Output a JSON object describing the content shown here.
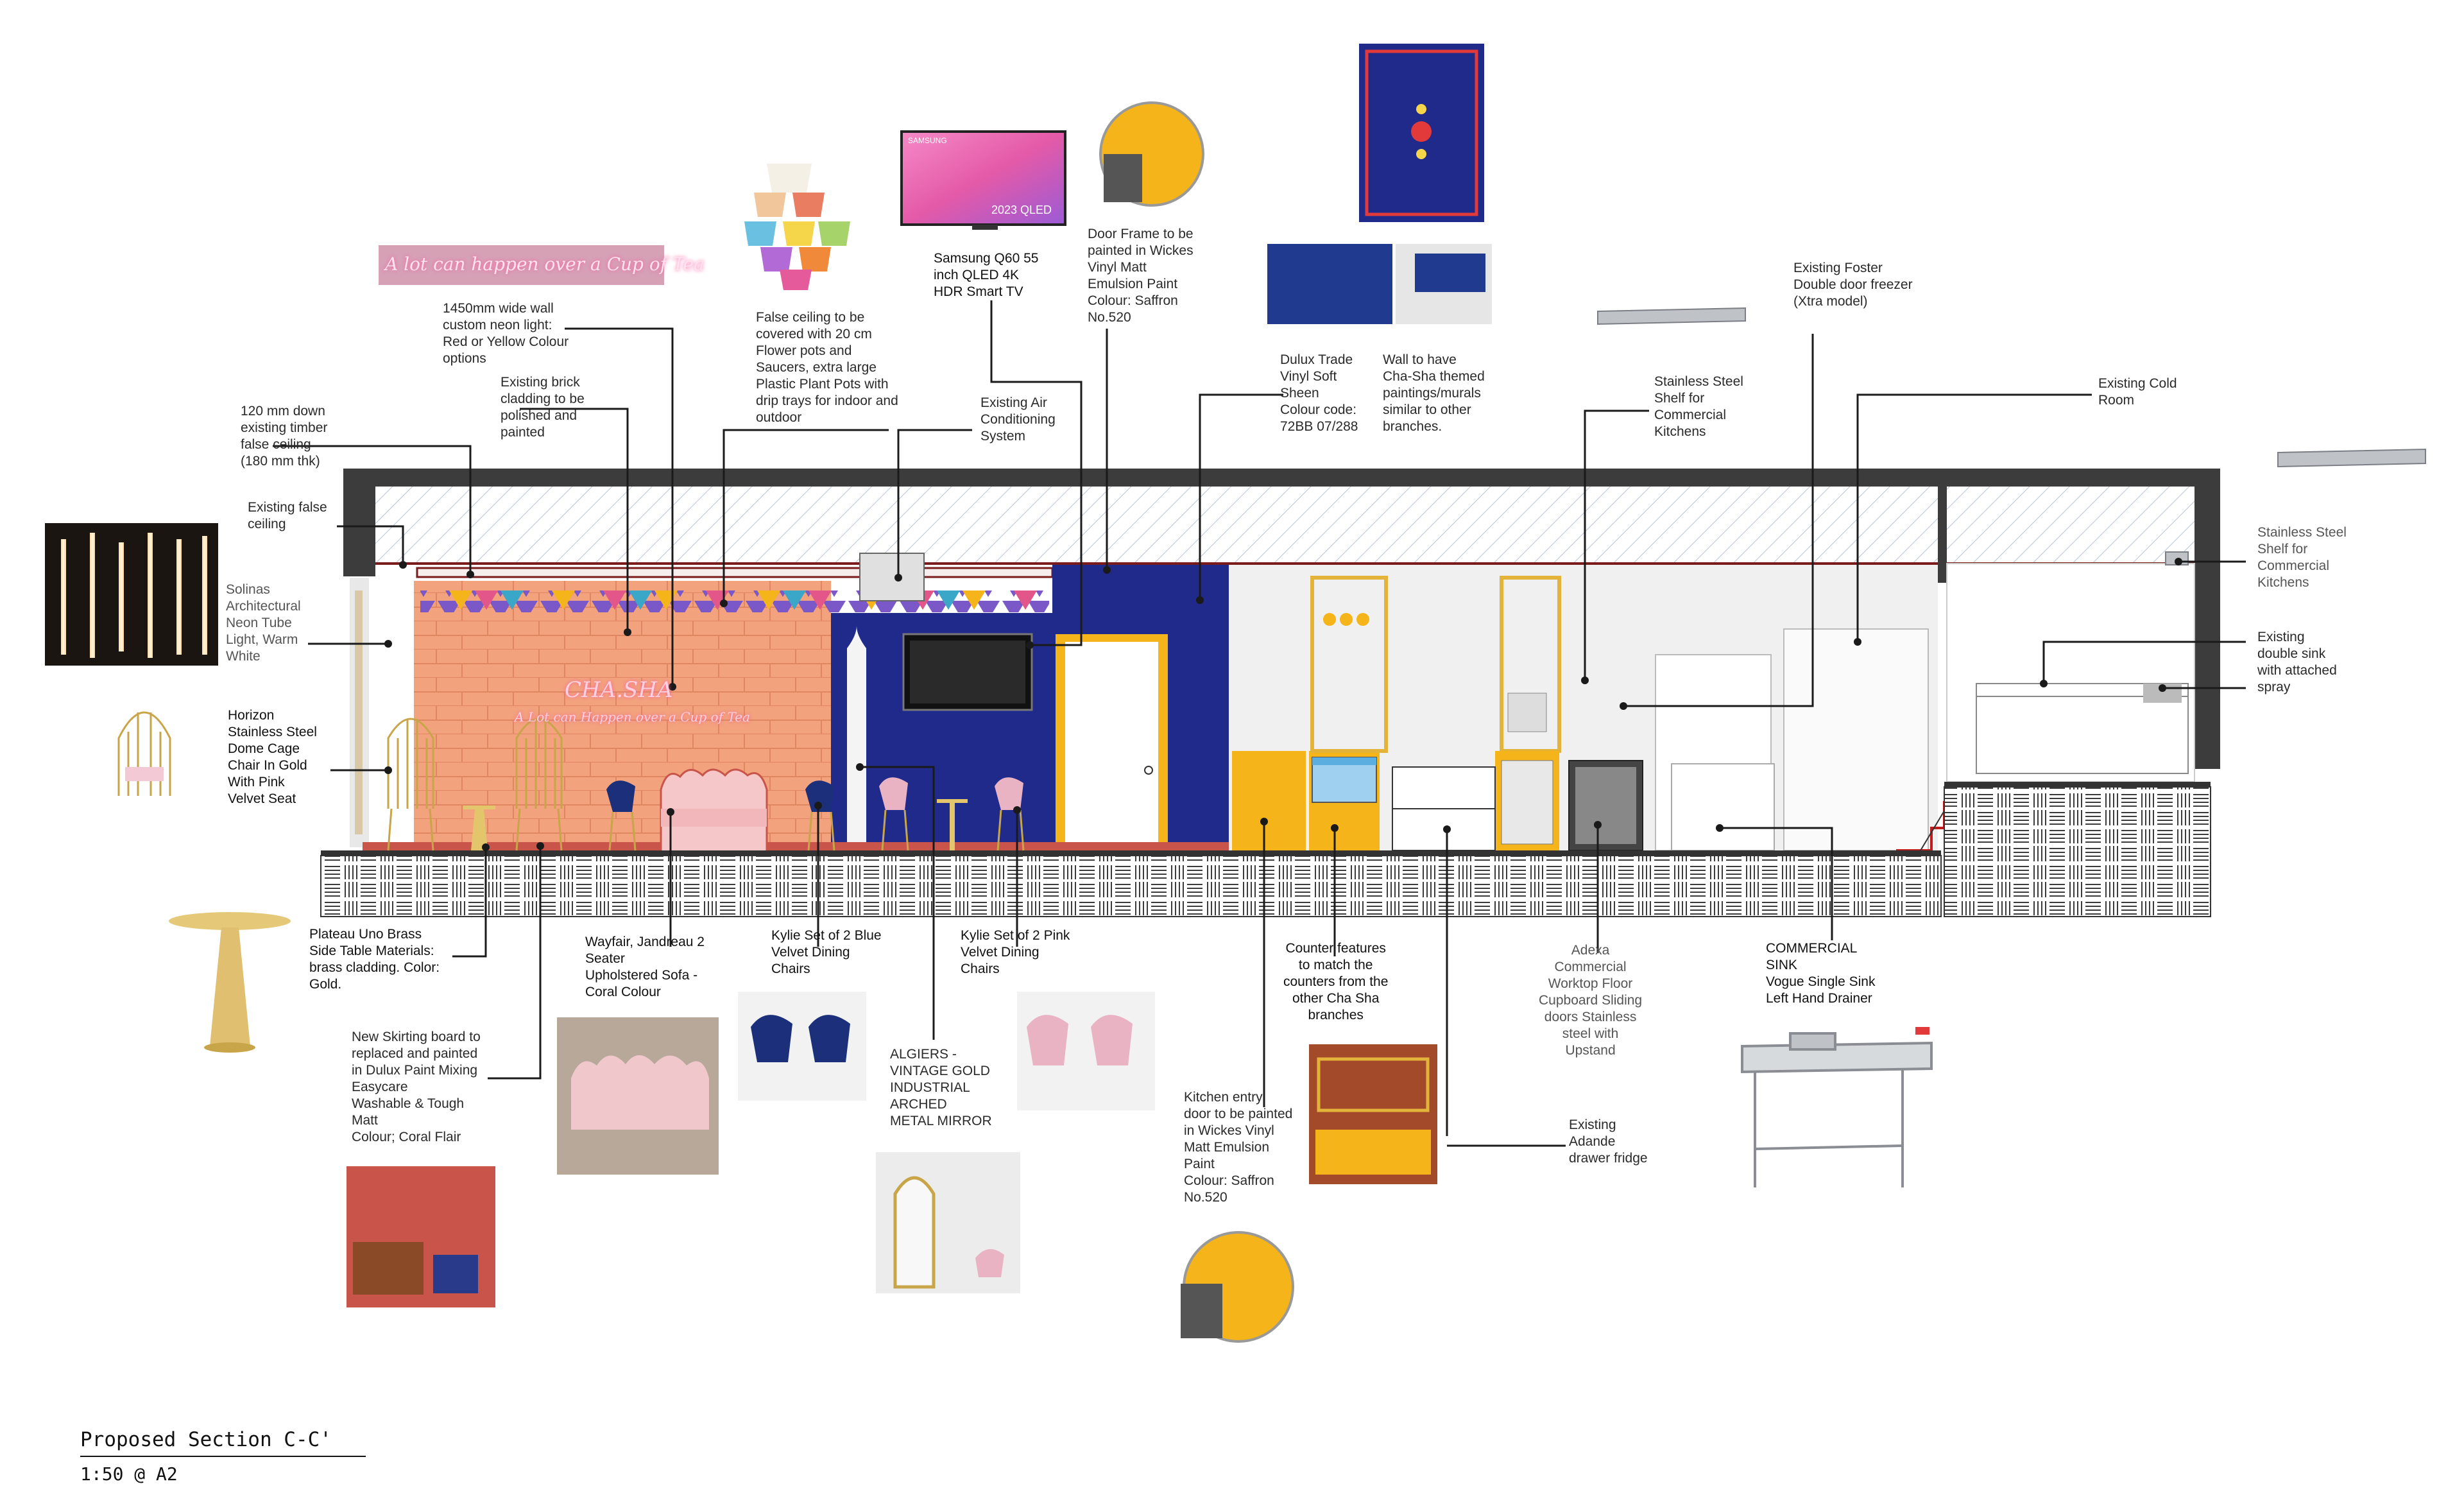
{
  "drawing": {
    "title": "Proposed Section C-C'",
    "scale": "1:50 @ A2"
  },
  "signage": {
    "neon_panel_text": "A lot can happen over a Cup of Tea",
    "brand": "CHA.SHA",
    "tagline": "A Lot can Happen over a Cup of Tea",
    "tv_badge": "2023 QLED",
    "tv_brand": "SAMSUNG"
  },
  "labels": {
    "neon_wall": "1450mm wide wall\ncustom neon light:\nRed or Yellow Colour\noptions",
    "timber_ceiling": "120 mm down\nexisting timber\nfalse ceiling\n(180 mm thk)",
    "brick": "Existing brick\ncladding to be\npolished and\npainted",
    "false_ceiling_existing": "Existing false\nceiling",
    "tube_light": "Solinas\nArchitectural\nNeon Tube\nLight, Warm\nWhite",
    "dome_chair": "Horizon\nStainless Steel\nDome Cage\nChair In Gold\nWith Pink\nVelvet Seat",
    "side_table": "Plateau Uno Brass\nSide Table Materials:\nbrass cladding. Color:\nGold.",
    "skirting": "New Skirting board to\nreplaced and painted\nin Dulux Paint Mixing\nEasycare\nWashable & Tough\nMatt\nColour; Coral Flair",
    "sofa": "Wayfair, Jandreau 2\nSeater\nUpholstered Sofa -\nCoral Colour",
    "blue_chairs": "Kylie Set of 2 Blue\nVelvet Dining\nChairs",
    "pink_chairs": "Kylie Set of 2 Pink\nVelvet Dining\nChairs",
    "mirror": "ALGIERS -\nVINTAGE GOLD\nINDUSTRIAL\nARCHED\nMETAL MIRROR",
    "flower_pots": "False ceiling to be\ncovered with 20 cm\nFlower pots and\nSaucers, extra large\nPlastic Plant Pots with\ndrip trays for indoor and\noutdoor",
    "tv": "Samsung Q60 55\ninch QLED 4K\nHDR Smart TV",
    "air_con": "Existing Air\nConditioning\nSystem",
    "door_frame": "Door Frame to be\npainted in Wickes\nVinyl Matt\nEmulsion Paint\nColour: Saffron\nNo.520",
    "dulux_wall": "Dulux Trade\nVinyl Soft\nSheen\nColour code:\n72BB 07/288",
    "themed_wall": "Wall to have\nCha-Sha themed\npaintings/murals\nsimilar to other\nbranches.",
    "steel_shelf_1": "Stainless Steel\nShelf for\nCommercial\nKitchens",
    "freezer": "Existing Foster\nDouble door freezer\n(Xtra model)",
    "cold_room": "Existing Cold\nRoom",
    "steel_shelf_2": "Stainless Steel\nShelf for\nCommercial\nKitchens",
    "sink_existing": "Existing\ndouble sink\nwith attached\nspray",
    "counter": "Counter features\nto match the\ncounters from the\nother Cha Sha\nbranches",
    "kitchen_door": "Kitchen entry\ndoor to be painted\nin Wickes Vinyl\nMatt Emulsion\nPaint\nColour: Saffron\nNo.520",
    "worktop": "Adexa\nCommercial\nWorktop Floor\nCupboard Sliding\ndoors Stainless\nsteel with\nUpstand",
    "fridge": "Existing\nAdande\ndrawer fridge",
    "commercial_sink": "COMMERCIAL\nSINK\nVogue Single Sink\nLeft Hand Drainer"
  },
  "colors": {
    "wall_blue": "#1f2a8a",
    "saffron": "#f5b41a",
    "brick": "#f0a07a",
    "coral": "#c9544a",
    "structure": "#3c3c3c",
    "pink_velvet": "#e9b3c4",
    "blue_velvet": "#1b2f7a",
    "gold": "#c9a54a"
  }
}
